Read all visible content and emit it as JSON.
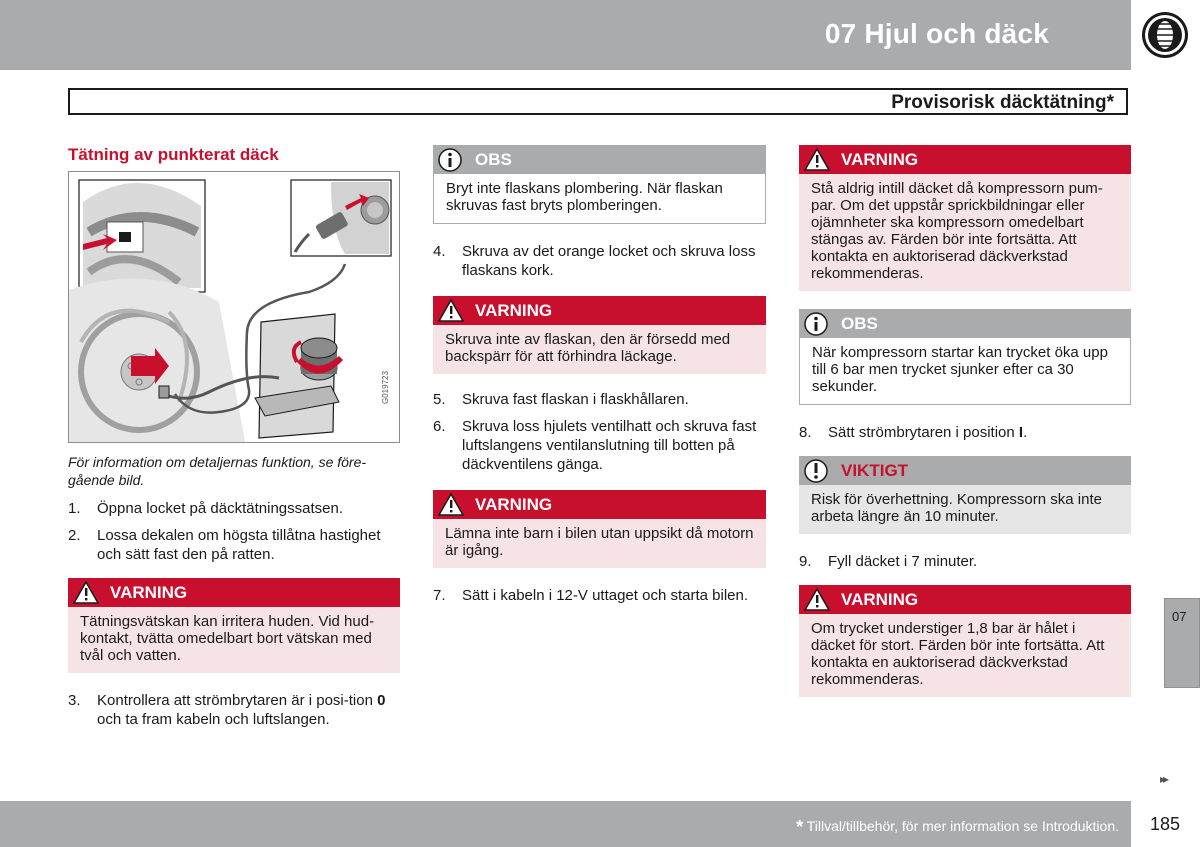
{
  "header": {
    "chapter_title": "07 Hjul och däck",
    "section_title": "Provisorisk däcktätning*"
  },
  "col1": {
    "heading": "Tätning av punkterat däck",
    "figure_id": "G019723",
    "caption": "För information om detaljernas funktion, se före-gående bild.",
    "steps": [
      {
        "num": "1.",
        "text": "Öppna locket på däcktätningssatsen."
      },
      {
        "num": "2.",
        "text": "Lossa dekalen om högsta tillåtna hastighet och sätt fast den på ratten."
      }
    ],
    "warning": {
      "label": "VARNING",
      "text": "Tätningsvätskan kan irritera huden. Vid hud-kontakt, tvätta omedelbart bort vätskan med tvål och vatten."
    },
    "step3": {
      "num": "3.",
      "text_before": "Kontrollera att strömbrytaren är i posi-tion ",
      "bold": "0",
      "text_after": " och ta fram kabeln och luftslangen."
    }
  },
  "col2": {
    "obs": {
      "label": "OBS",
      "text": "Bryt inte flaskans plombering. När flaskan skruvas fast bryts plomberingen."
    },
    "step4": {
      "num": "4.",
      "text": "Skruva av det orange locket och skruva loss flaskans kork."
    },
    "warning1": {
      "label": "VARNING",
      "text": "Skruva inte av flaskan, den är försedd med backspärr för att förhindra läckage."
    },
    "step5": {
      "num": "5.",
      "text": "Skruva fast flaskan i flaskhållaren."
    },
    "step6": {
      "num": "6.",
      "text": "Skruva loss hjulets ventilhatt och skruva fast luftslangens ventilanslutning till botten på däckventilens gänga."
    },
    "warning2": {
      "label": "VARNING",
      "text": "Lämna inte barn i bilen utan uppsikt då motorn är igång."
    },
    "step7": {
      "num": "7.",
      "text": "Sätt i kabeln i 12-V uttaget och starta bilen."
    }
  },
  "col3": {
    "warning1": {
      "label": "VARNING",
      "text": "Stå aldrig intill däcket då kompressorn pum-par. Om det uppstår sprickbildningar eller ojämnheter ska kompressorn omedelbart stängas av. Färden bör inte fortsätta. Att kontakta en auktoriserad däckverkstad rekommenderas."
    },
    "obs": {
      "label": "OBS",
      "text": "När kompressorn startar kan trycket öka upp till 6 bar men trycket sjunker efter ca 30 sekunder."
    },
    "step8": {
      "num": "8.",
      "text_before": "Sätt strömbrytaren i position ",
      "bold": "I",
      "text_after": "."
    },
    "viktigt": {
      "label": "VIKTIGT",
      "text": "Risk för överhettning. Kompressorn ska inte arbeta längre än 10 minuter."
    },
    "step9": {
      "num": "9.",
      "text": "Fyll däcket i 7 minuter."
    },
    "warning2": {
      "label": "VARNING",
      "text": "Om trycket understiger 1,8 bar är hålet i däcket för stort. Färden bör inte fortsätta. Att kontakta en auktoriserad däckverkstad rekommenderas."
    }
  },
  "side_tab": "07",
  "next_arrows": "▸▸",
  "footer": {
    "asterisk": "*",
    "note": " Tillval/tillbehör, för mer information se Introduktion.",
    "page_number": "185"
  },
  "colors": {
    "warning_red": "#c8102e",
    "warning_bg": "#f6e3e6",
    "header_gray": "#a9abad",
    "important_bg": "#e6e6e6"
  },
  "icons": {
    "chapter": "tyre-icon",
    "warning": "warning-triangle-icon",
    "obs": "info-icon",
    "important": "exclamation-icon"
  }
}
